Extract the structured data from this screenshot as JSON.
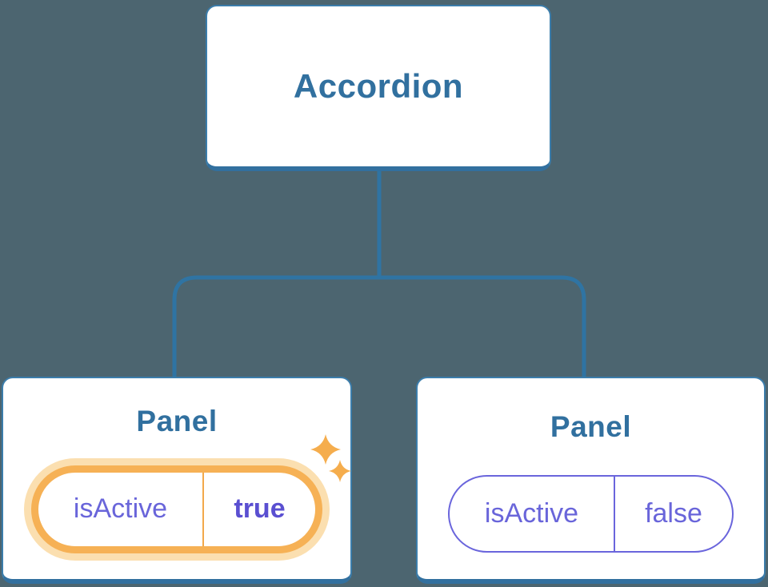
{
  "diagram": {
    "root": {
      "label": "Accordion"
    },
    "children": [
      {
        "label": "Panel",
        "state": {
          "key": "isActive",
          "value": "true"
        },
        "highlighted": true
      },
      {
        "label": "Panel",
        "state": {
          "key": "isActive",
          "value": "false"
        },
        "highlighted": false
      }
    ]
  },
  "colors": {
    "background": "#4c6570",
    "node_border": "#3b7dab",
    "node_border_bottom": "#32709f",
    "node_text": "#31709f",
    "connector": "#2f74a3",
    "state_text": "#6965da",
    "state_value_active_text": "#5a4fd1",
    "highlight_ring": "#f6b155",
    "highlight_glow": "#fbdfb0",
    "highlight_divider": "#f2a94b",
    "sparkle": "#f5ad4d"
  }
}
